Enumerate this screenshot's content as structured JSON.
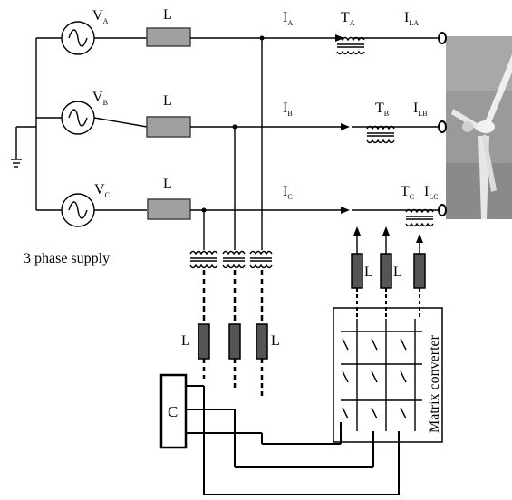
{
  "supply_label": "3 phase supply",
  "sources": [
    {
      "main": "V",
      "sub": "A"
    },
    {
      "main": "V",
      "sub": "B"
    },
    {
      "main": "V",
      "sub": "C"
    }
  ],
  "line_inductor_label": "L",
  "currents": [
    {
      "main": "I",
      "sub": "A"
    },
    {
      "main": "I",
      "sub": "B"
    },
    {
      "main": "I",
      "sub": "C"
    }
  ],
  "transformers": [
    {
      "main": "T",
      "sub": "A"
    },
    {
      "main": "T",
      "sub": "B"
    },
    {
      "main": "T",
      "sub": "C"
    }
  ],
  "load_currents": [
    {
      "main": "I",
      "sub": "LA"
    },
    {
      "main": "I",
      "sub": "LB"
    },
    {
      "main": "I",
      "sub": "LC"
    }
  ],
  "shunt_inductor_label": "L",
  "output_inductor_label": "L",
  "capacitor_label": "C",
  "converter_label": "Matrix converter",
  "colors": {
    "inductor_fill": "#999999",
    "inductor_dark": "#555555",
    "sky": "#8f8f8f"
  }
}
